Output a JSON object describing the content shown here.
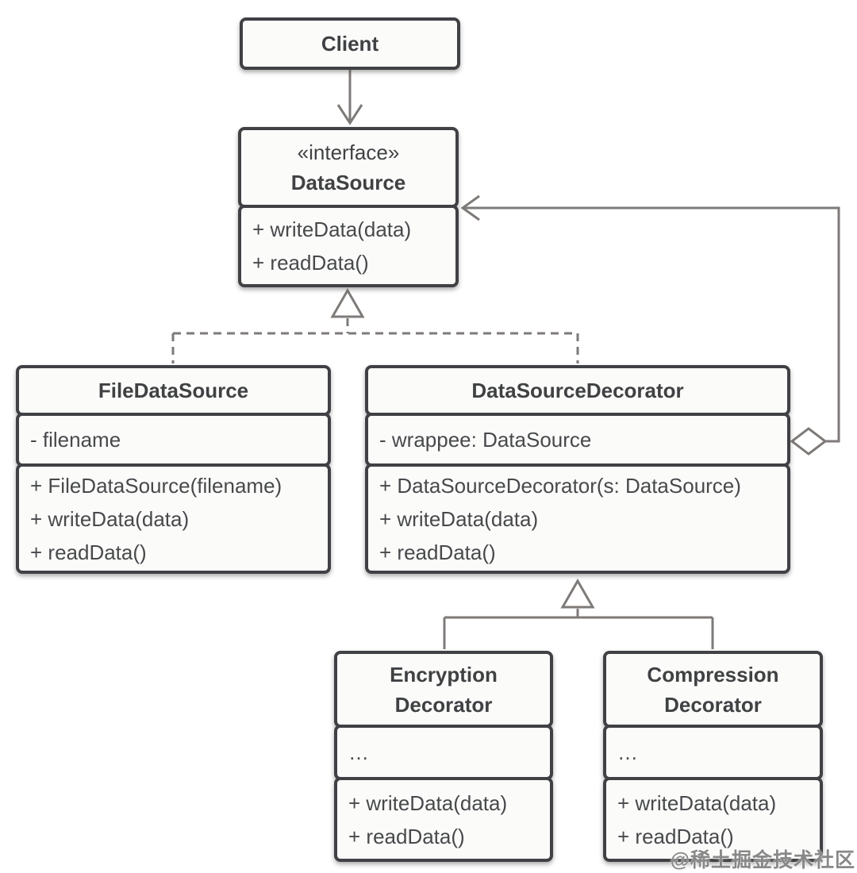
{
  "diagram": {
    "kind": "uml-class-diagram",
    "pattern": "Decorator"
  },
  "classes": {
    "client": {
      "name": "Client"
    },
    "datasource": {
      "stereotype": "«interface»",
      "name": "DataSource",
      "methods": [
        "+ writeData(data)",
        "+ readData()"
      ]
    },
    "filedatasource": {
      "name": "FileDataSource",
      "fields": [
        "- filename"
      ],
      "methods": [
        "+ FileDataSource(filename)",
        "+ writeData(data)",
        "+ readData()"
      ]
    },
    "datasourcedecorator": {
      "name": "DataSourceDecorator",
      "fields": [
        "- wrappee: DataSource"
      ],
      "methods": [
        "+ DataSourceDecorator(s: DataSource)",
        "+ writeData(data)",
        "+ readData()"
      ]
    },
    "encryptiondecorator": {
      "name_line1": "Encryption",
      "name_line2": "Decorator",
      "fields": [
        "…"
      ],
      "methods": [
        "+ writeData(data)",
        "+ readData()"
      ]
    },
    "compressiondecorator": {
      "name_line1": "Compression",
      "name_line2": "Decorator",
      "fields": [
        "…"
      ],
      "methods": [
        "+ writeData(data)",
        "+ readData()"
      ]
    }
  },
  "relationships": [
    {
      "from": "Client",
      "to": "DataSource",
      "type": "association",
      "arrow": "open-arrow",
      "line": "solid"
    },
    {
      "from": "FileDataSource",
      "to": "DataSource",
      "type": "realization",
      "arrow": "hollow-triangle",
      "line": "dashed"
    },
    {
      "from": "DataSourceDecorator",
      "to": "DataSource",
      "type": "realization",
      "arrow": "hollow-triangle",
      "line": "dashed"
    },
    {
      "from": "DataSourceDecorator",
      "to": "DataSource",
      "type": "aggregation",
      "arrow": "open-arrow",
      "diamond": "hollow",
      "line": "solid"
    },
    {
      "from": "EncryptionDecorator",
      "to": "DataSourceDecorator",
      "type": "inheritance",
      "arrow": "hollow-triangle",
      "line": "solid"
    },
    {
      "from": "CompressionDecorator",
      "to": "DataSourceDecorator",
      "type": "inheritance",
      "arrow": "hollow-triangle",
      "line": "solid"
    }
  ],
  "watermark": "@稀土掘金技术社区",
  "colors": {
    "box_fill": "#fbfbfa",
    "box_border": "#404144",
    "connector_line": "#7e7a78",
    "text": "#47494b",
    "background": "#ffffff"
  }
}
